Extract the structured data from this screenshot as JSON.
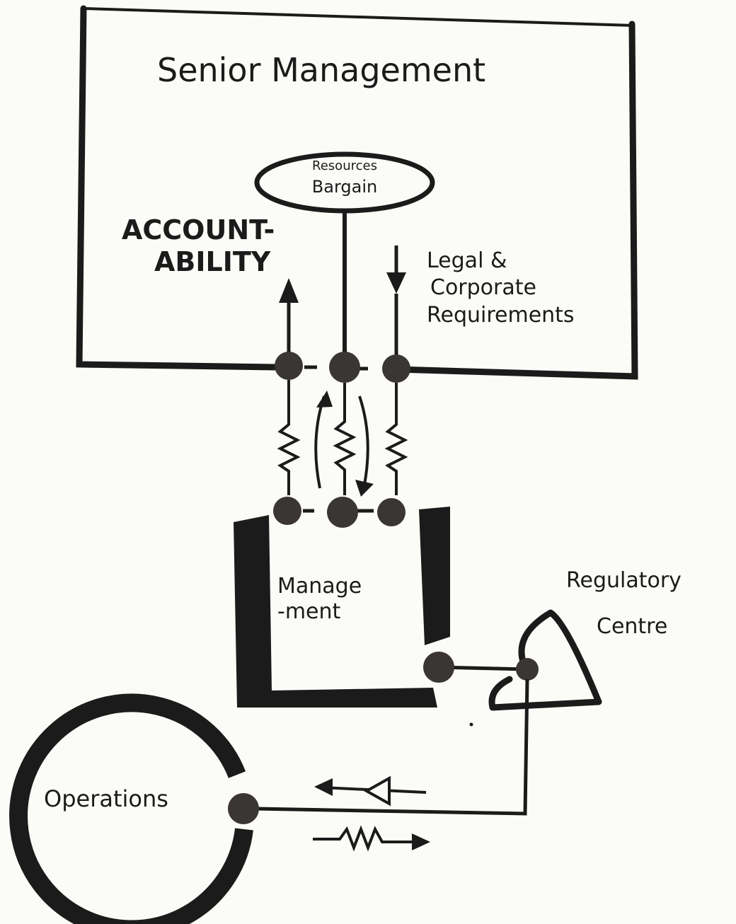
{
  "diagram": {
    "senior_management": "Senior Management",
    "resource_bargain": [
      "Resources",
      "Bargain"
    ],
    "accountability": [
      "ACCOUNT-",
      "ABILITY"
    ],
    "legal_requirements": [
      "Legal &",
      "Corporate",
      "Requirements"
    ],
    "management": [
      "Manage",
      "-ment"
    ],
    "regulatory_centre": [
      "Regulatory",
      "Centre"
    ],
    "operations": "Operations"
  },
  "colors": {
    "ink": "#1b1b1b",
    "paper": "#fbfbf7",
    "node": "#3a3636"
  }
}
